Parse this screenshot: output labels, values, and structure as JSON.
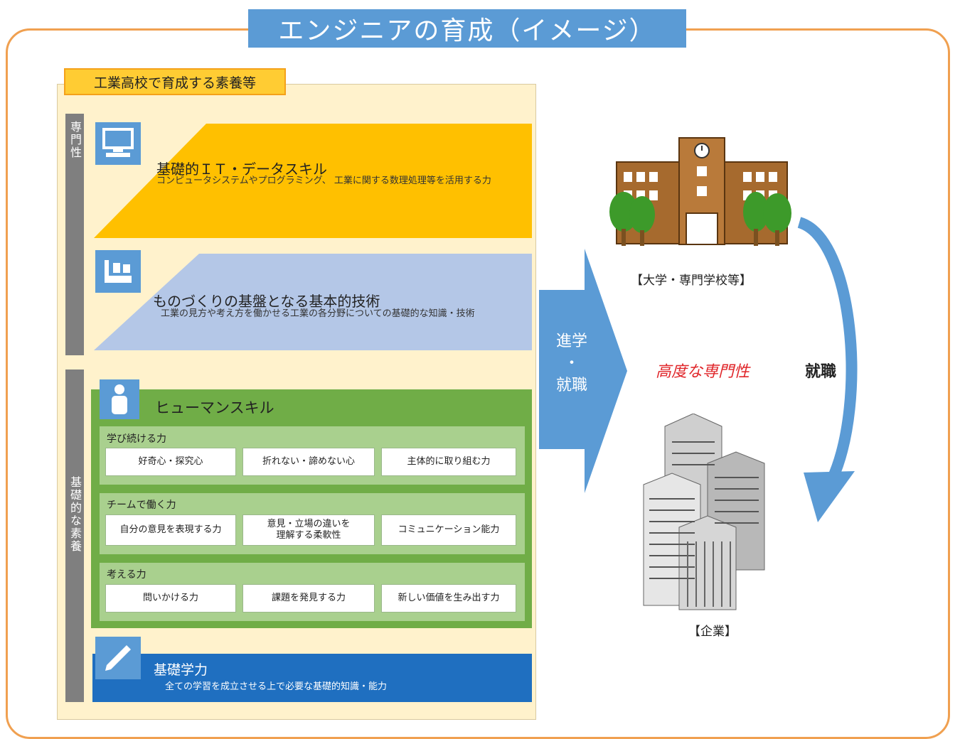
{
  "title": "エンジニアの育成（イメージ）",
  "section_label": "工業高校で育成する素養等",
  "side_labels": {
    "specialty": "専門性",
    "foundation": "基礎的な素養"
  },
  "it_band": {
    "title": "基礎的ＩＴ・データスキル",
    "desc": "コンピュータシステムやプログラミング、 工業に関する数理処理等を活用する力",
    "color": "#ffc000"
  },
  "mono_band": {
    "title": "ものづくりの基盤となる基本的技術",
    "desc": "工業の見方や考え方を働かせる工業の各分野についての基礎的な知識・技術",
    "color": "#b4c7e7"
  },
  "human": {
    "title": "ヒューマンスキル",
    "groups": [
      {
        "label": "学び続ける力",
        "items": [
          "好奇心・探究心",
          "折れない・諦めない心",
          "主体的に取り組む力"
        ]
      },
      {
        "label": "チームで働く力",
        "items": [
          "自分の意見を表現する力",
          "意見・立場の違いを理解する柔軟性",
          "コミュニケーション能力"
        ]
      },
      {
        "label": "考える力",
        "items": [
          "問いかける力",
          "課題を発見する力",
          "新しい価値を生み出す力"
        ]
      }
    ]
  },
  "base": {
    "title": "基礎学力",
    "desc": "全ての学習を成立させる上で必要な基礎的知識・能力"
  },
  "arrow_label": {
    "line1": "進学",
    "dot": "・",
    "line2": "就職"
  },
  "university_label": "【大学・専門学校等】",
  "company_label": "【企業】",
  "specialty_text": "高度な専門性",
  "employment_text": "就職",
  "icons": [
    "computer-icon",
    "workbench-icon",
    "person-icon",
    "pencil-icon",
    "university-building-icon",
    "office-building-icon"
  ],
  "colors": {
    "accent_blue": "#5b9bd5",
    "frame_orange": "#f0a050",
    "green": "#70ad47",
    "base_blue": "#1f6fc0",
    "red_text": "#e0262a"
  }
}
